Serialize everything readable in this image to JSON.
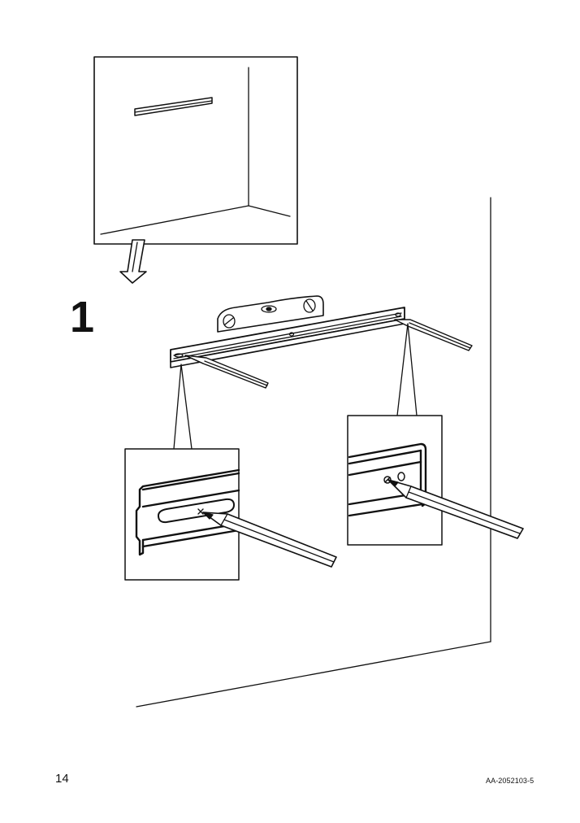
{
  "page": {
    "step_number": "1",
    "page_number": "14",
    "doc_code": "AA-2052103-5"
  },
  "icons": {
    "down_arrow": "hollow-down-arrow",
    "pencil": "pencil",
    "spirit_level": "spirit-level",
    "rail": "mounting-rail"
  },
  "colors": {
    "ink": "#111111",
    "paper": "#ffffff"
  }
}
